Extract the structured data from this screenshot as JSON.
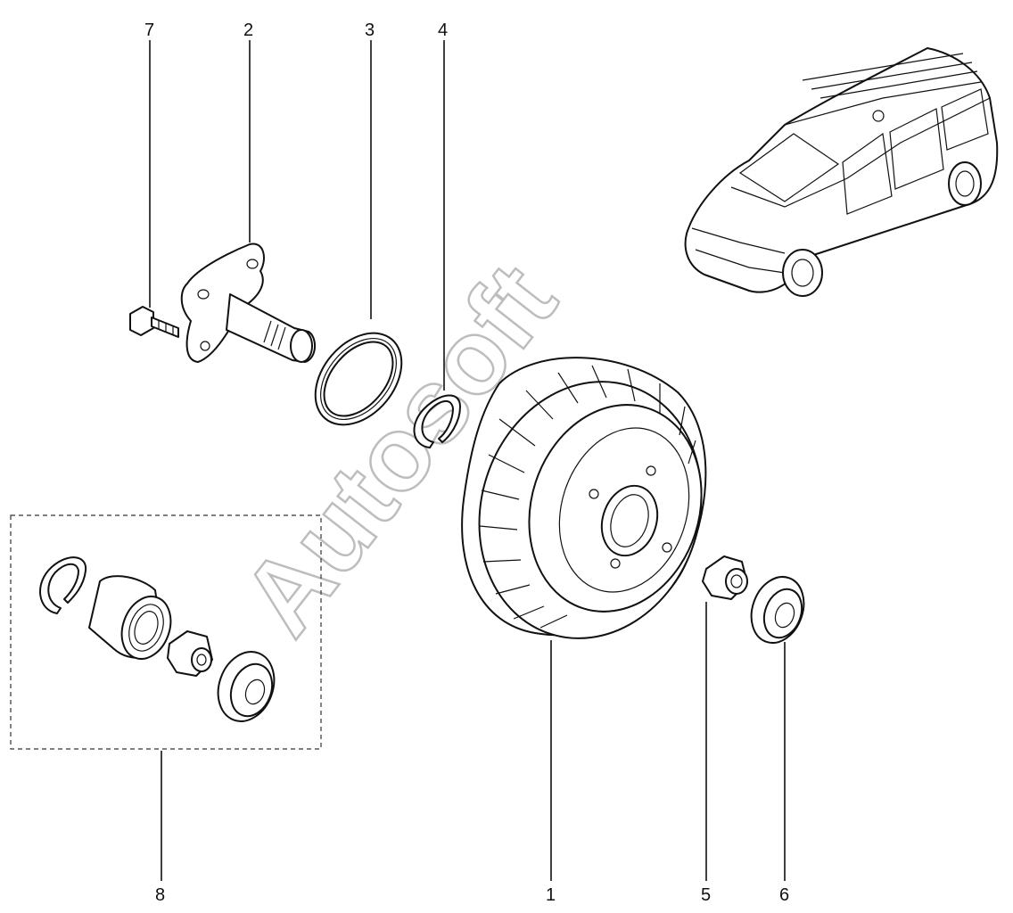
{
  "callouts": [
    {
      "id": "7",
      "label": "7"
    },
    {
      "id": "2",
      "label": "2"
    },
    {
      "id": "3",
      "label": "3"
    },
    {
      "id": "4",
      "label": "4"
    },
    {
      "id": "8",
      "label": "8"
    },
    {
      "id": "1",
      "label": "1"
    },
    {
      "id": "5",
      "label": "5"
    },
    {
      "id": "6",
      "label": "6"
    }
  ],
  "watermark": {
    "text": "Autosoft"
  },
  "parts": [
    {
      "callout": "1",
      "icon": "brake-drum-icon"
    },
    {
      "callout": "2",
      "icon": "stub-axle-icon"
    },
    {
      "callout": "3",
      "icon": "seal-ring-icon"
    },
    {
      "callout": "4",
      "icon": "circlip-icon"
    },
    {
      "callout": "5",
      "icon": "hub-nut-icon"
    },
    {
      "callout": "6",
      "icon": "hub-cap-icon"
    },
    {
      "callout": "7",
      "icon": "bolt-icon"
    },
    {
      "callout": "8",
      "icon": "bearing-kit-icon"
    }
  ],
  "vehicle": {
    "icon": "station-wagon-car-icon"
  }
}
